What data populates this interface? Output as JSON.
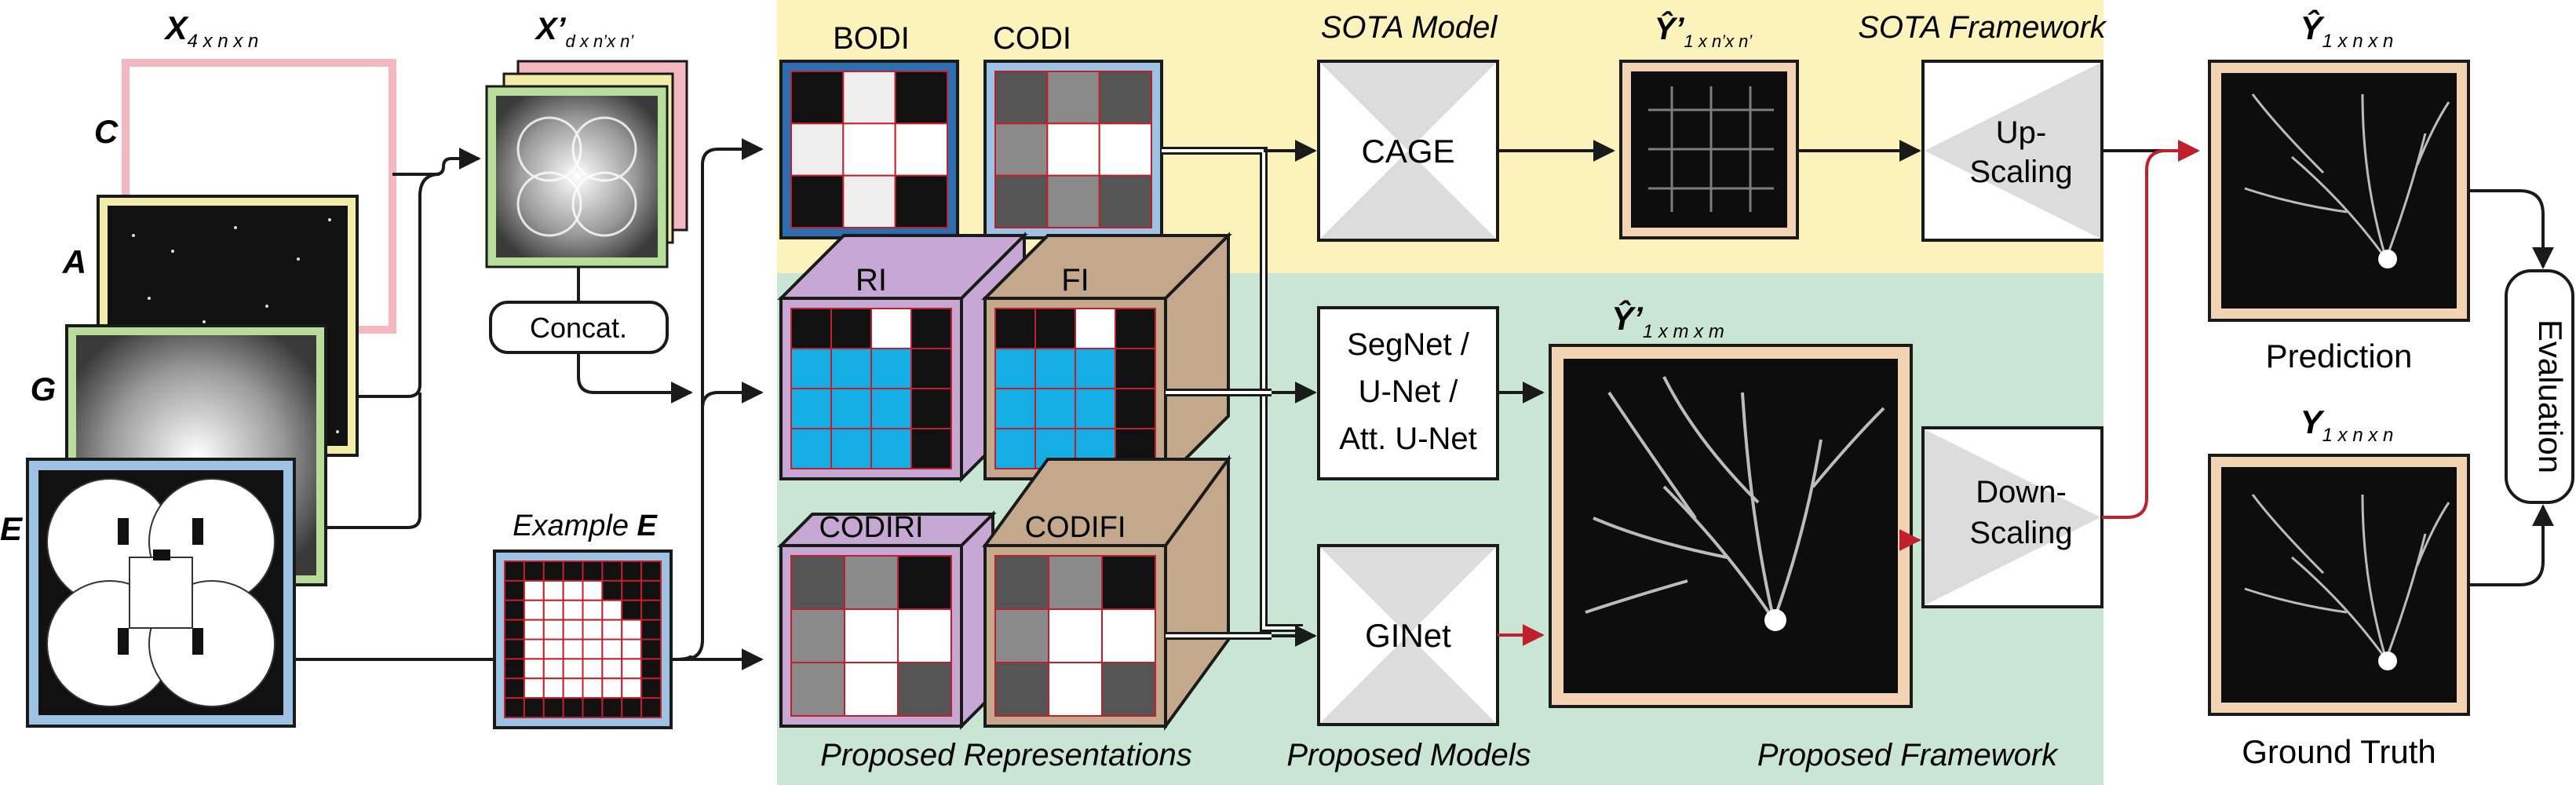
{
  "inputs": {
    "x_label": {
      "main": "X",
      "sub": "4 x n x n"
    },
    "layers": [
      "C",
      "A",
      "G",
      "E"
    ],
    "xprime_label": {
      "main": "X’",
      "sub": "d x n’x n’"
    },
    "concat": "Concat.",
    "example": {
      "prefix": "Example ",
      "bold": "E"
    }
  },
  "representations": {
    "names": [
      "BODI",
      "CODI",
      "RI",
      "FI",
      "CODIRI",
      "CODIFI"
    ],
    "caption": "Proposed Representations"
  },
  "models": {
    "sota": "CAGE",
    "sota_caption": "SOTA Model",
    "proposed": [
      "SegNet /",
      "U-Net /",
      "Att. U-Net"
    ],
    "ginet": "GINet",
    "caption": "Proposed Models"
  },
  "framework": {
    "sota_caption": "SOTA Framework",
    "proposed_caption": "Proposed Framework",
    "yprime_small": {
      "main": "Ŷ’",
      "sub": "1 x n’x n’"
    },
    "yprime_large": {
      "main": "Ŷ’",
      "sub": "1 x m x m"
    },
    "upscaling": [
      "Up-",
      "Scaling"
    ],
    "downscaling": [
      "Down-",
      "Scaling"
    ]
  },
  "outputs": {
    "yhat": {
      "main": "Ŷ",
      "sub": "1 x n x n"
    },
    "prediction": "Prediction",
    "y": {
      "main": "Y",
      "sub": "1 x n x n"
    },
    "ground_truth": "Ground Truth",
    "evaluation": "Evaluation"
  },
  "colors": {
    "yellow_band": "#fbf3bb",
    "green_band": "#c9e6d5",
    "purple": "#c7a7d3",
    "brown": "#c4a88b",
    "red_edge": "#c0202e",
    "frame_blue": "#9ec2e4",
    "frame_pink": "#f2b7bf",
    "frame_yellow": "#f2ecaa",
    "frame_green": "#b8dd9b",
    "frame_tan": "#f2d3b4",
    "cell_blue": "#14aee4"
  }
}
